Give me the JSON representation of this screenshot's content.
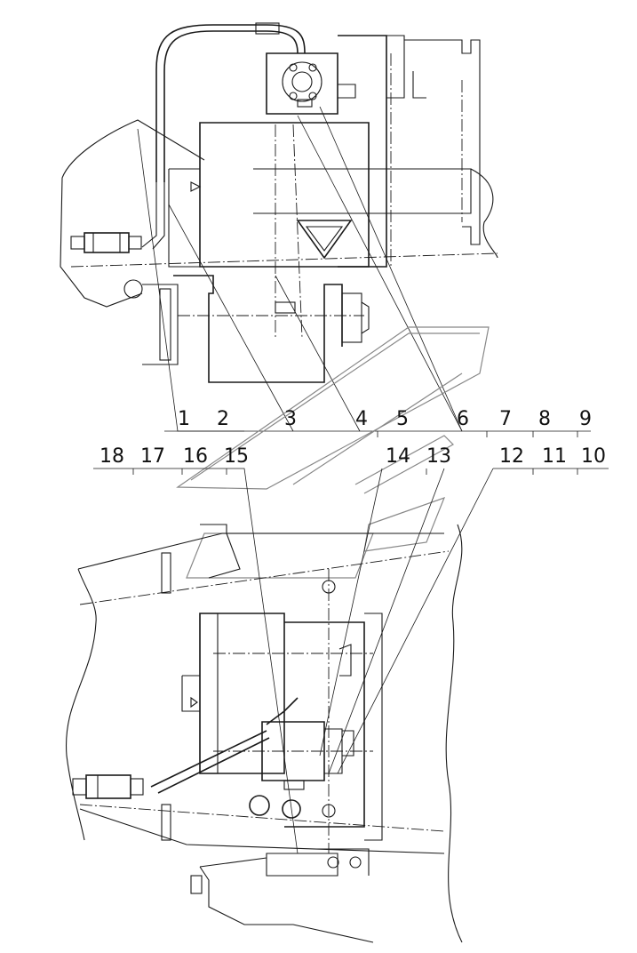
{
  "callouts": {
    "top_row": [
      "1",
      "2",
      "3",
      "4",
      "5",
      "6",
      "7",
      "8",
      "9"
    ],
    "bottom_row_left": [
      "18",
      "17",
      "16",
      "15"
    ],
    "bottom_row_mid": [
      "14",
      "13"
    ],
    "bottom_row_right": [
      "12",
      "11",
      "10"
    ]
  },
  "colors": {
    "line": "#1a1a1a",
    "background": "#ffffff",
    "watermark": "#888888"
  }
}
